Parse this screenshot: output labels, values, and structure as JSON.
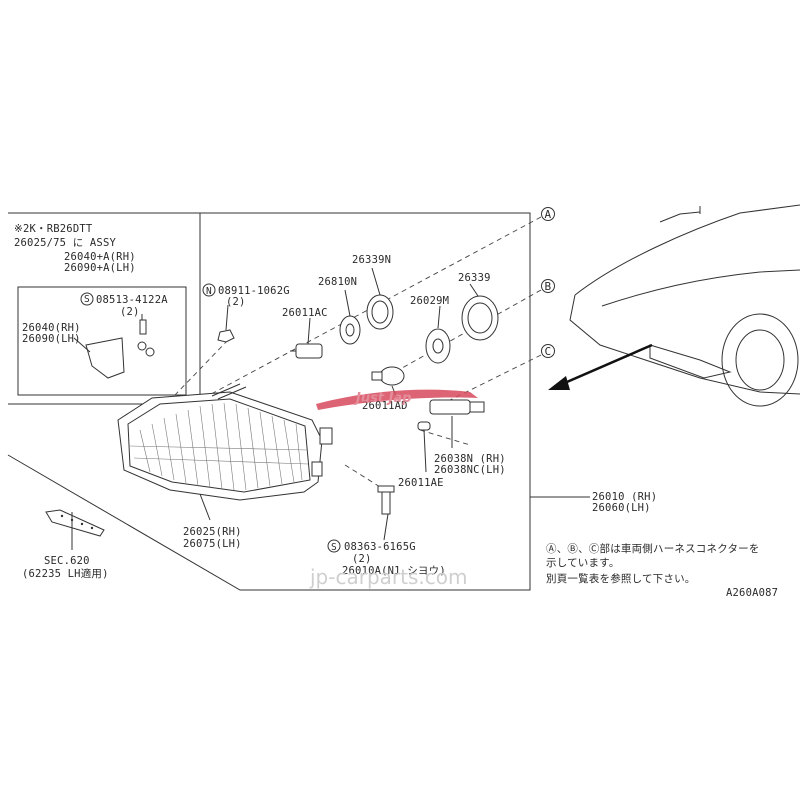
{
  "kit_note": {
    "line1": "※2K・RB26DTT",
    "line2": "26025/75 に ASSY",
    "line3": "26040+A(RH)",
    "line4": "26090+A(LH)"
  },
  "inset_labels": {
    "screw_code": "08513-4122A",
    "screw_qty": "(2)",
    "bracket_rh": "26040(RH)",
    "bracket_lh": "26090(LH)"
  },
  "labels": {
    "nut_code": "08911-1062G",
    "nut_qty": "(2)",
    "bulb_ac": "26011AC",
    "socket_810n": "26810N",
    "cap_339n": "26339N",
    "cap_339": "26339",
    "socket_029m": "26029M",
    "bulb_ad": "26011AD",
    "socket_038n_rh": "26038N (RH)",
    "socket_038nc_lh": "26038NC(LH)",
    "bulb_ae": "26011AE",
    "lamp_rh": "26025(RH)",
    "lamp_lh": "26075(LH)",
    "assy_rh": "26010 (RH)",
    "assy_lh": "26060(LH)",
    "screw2_code": "08363-6165G",
    "screw2_qty": "(2)",
    "harness_pn": "26010A(N1 シヨウ)",
    "sec_ref": "SEC.620",
    "sec_sub": "(62235 LH適用)"
  },
  "circle_refs": {
    "A": "A",
    "B": "B",
    "C": "C",
    "S": "S",
    "N": "N"
  },
  "note": {
    "line1": "Ⓐ、Ⓑ、Ⓒ部は車両側ハーネスコネクターを",
    "line2": "示しています。",
    "line3": "別頁一覧表を参照して下さい。"
  },
  "diagram_code": "A260A087",
  "watermark": "jp-carparts.com"
}
